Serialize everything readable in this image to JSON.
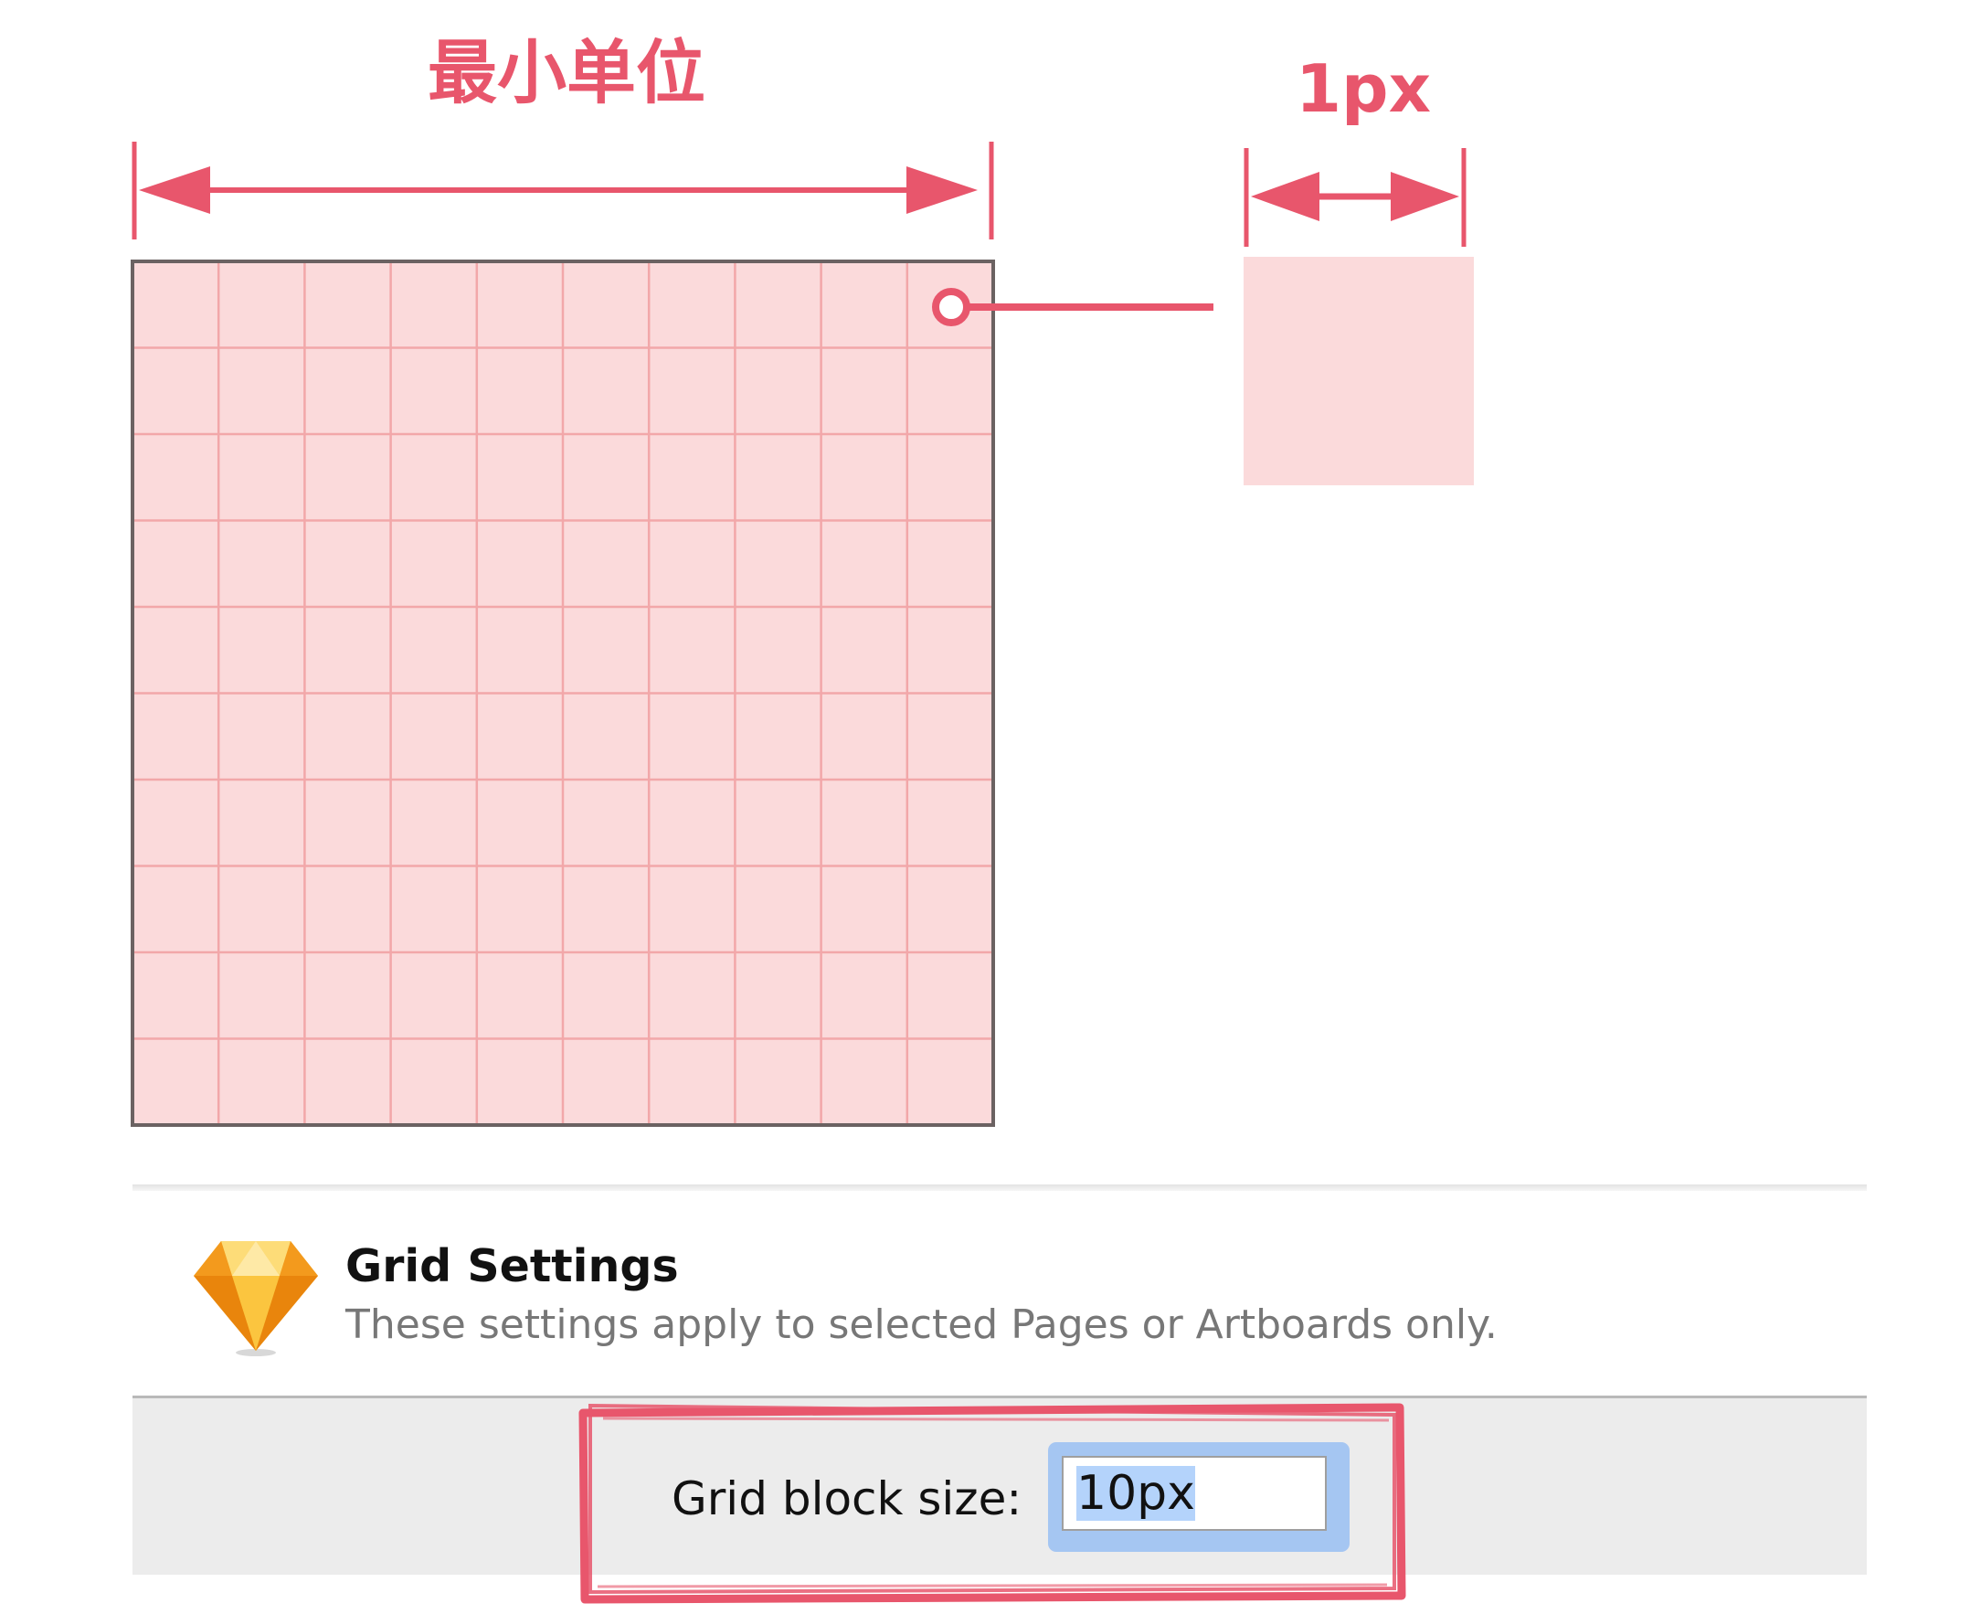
{
  "diagram": {
    "unit_label": "最小单位",
    "pixel_label": "1px",
    "grid_divisions": 10
  },
  "dialog": {
    "icon": "sketch-diamond-icon",
    "title": "Grid Settings",
    "subtitle": "These settings apply to selected Pages or Artboards only.",
    "grid_block_size_label": "Grid block size:",
    "grid_block_size_value": "10px"
  },
  "colors": {
    "accent": "#e8566c",
    "grid_fill": "#fbdadb",
    "grid_line": "#f2a7a9",
    "grid_border": "#6b6262",
    "field_focus_ring": "#a5c6f2",
    "text_selection": "#b4d3fb"
  }
}
